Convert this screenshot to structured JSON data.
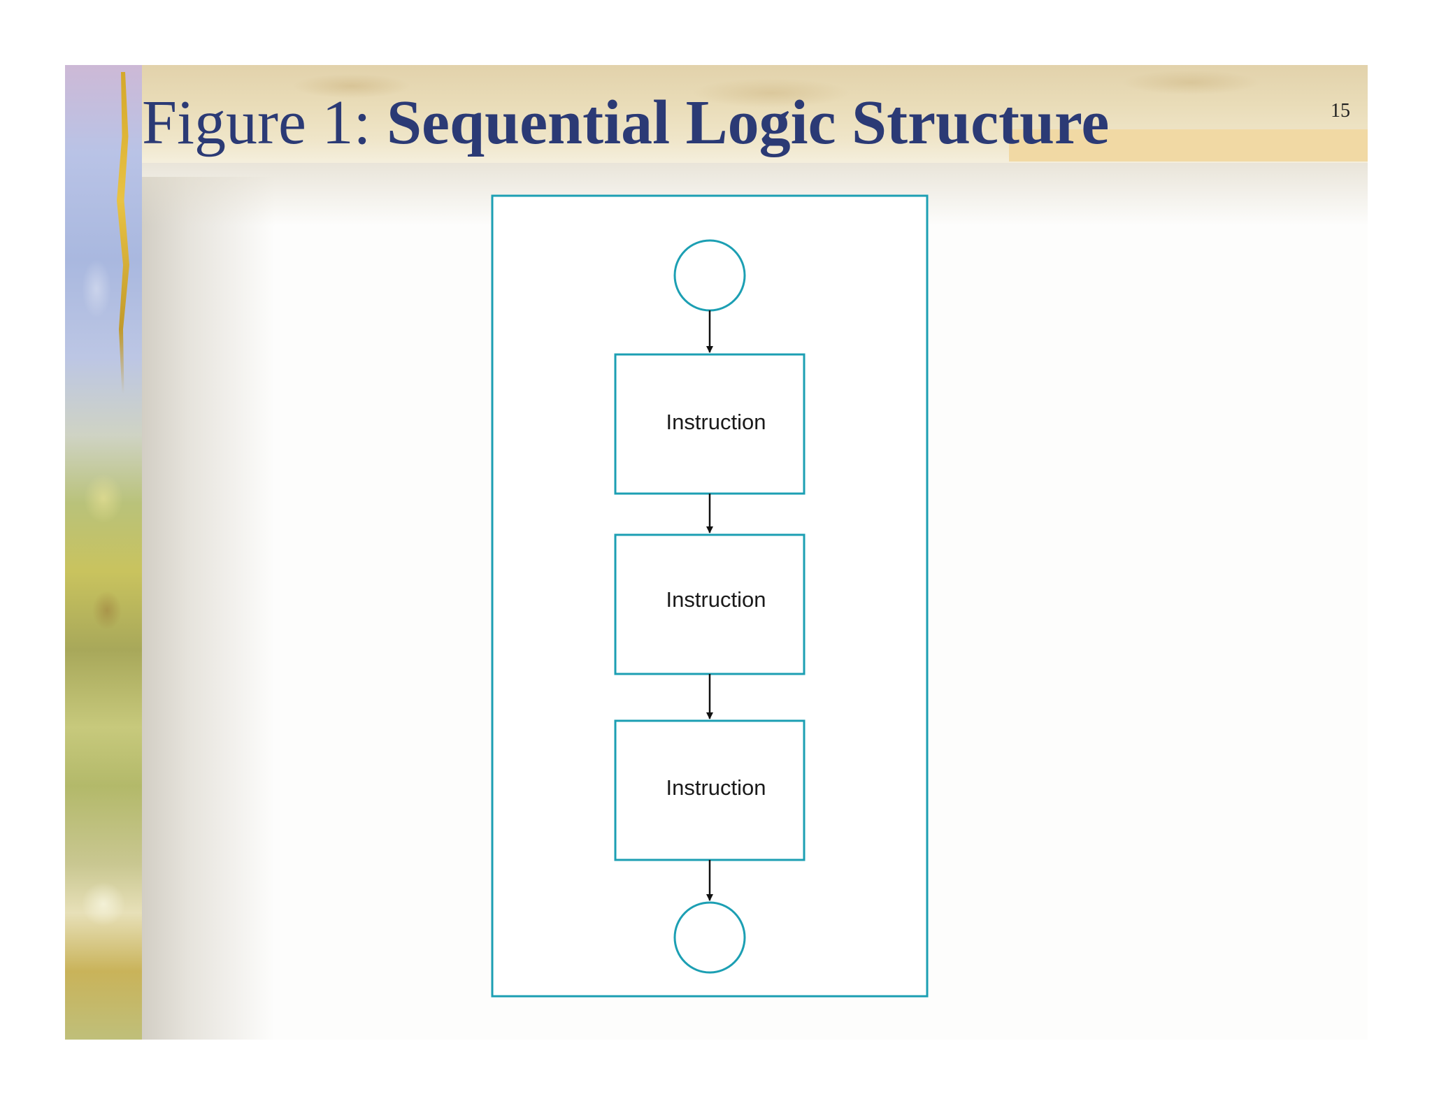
{
  "slide": {
    "title_prefix": "Figure 1: ",
    "title_bold": "Sequential Logic Structure",
    "page_number": "15"
  },
  "diagram": {
    "nodes": [
      {
        "type": "start-circle",
        "label": ""
      },
      {
        "type": "process-box",
        "label": "Instruction"
      },
      {
        "type": "process-box",
        "label": "Instruction"
      },
      {
        "type": "process-box",
        "label": "Instruction"
      },
      {
        "type": "end-circle",
        "label": ""
      }
    ],
    "stroke_color": "#1c9fb3"
  }
}
